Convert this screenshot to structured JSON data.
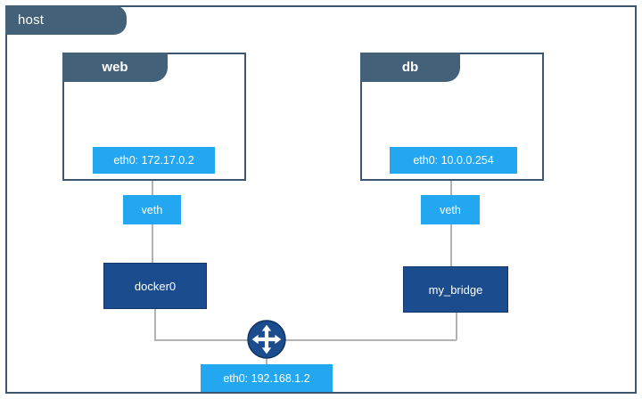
{
  "diagram": {
    "title": "host",
    "colors": {
      "host_border": "#3d566e",
      "tab_fill": "#44617a",
      "chip_fill": "#22a7f0",
      "bridge_fill": "#1b4d8e",
      "bridge_border": "#12396b",
      "line": "#b3b3b3",
      "router_fill": "#1b4d8e",
      "router_arrow": "#ffffff",
      "background": "#ffffff"
    },
    "containers": [
      {
        "name": "web",
        "interface": "eth0: 172.17.0.2"
      },
      {
        "name": "db",
        "interface": "eth0: 10.0.0.254"
      }
    ],
    "veth_left": "veth",
    "veth_right": "veth",
    "bridges": [
      {
        "name": "docker0"
      },
      {
        "name": "my_bridge"
      }
    ],
    "router": {
      "icon": "router-icon"
    },
    "host_interface": "eth0: 192.168.1.2"
  }
}
